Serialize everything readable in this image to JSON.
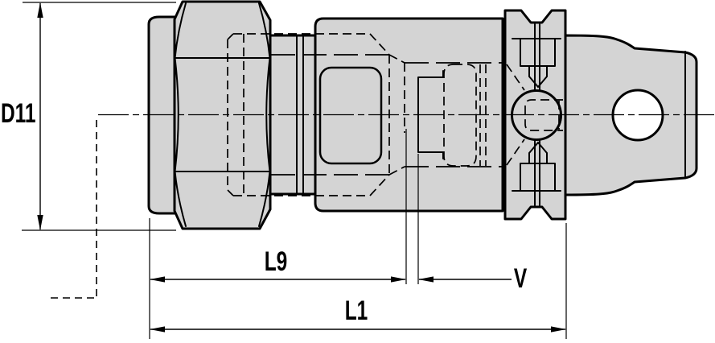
{
  "drawing": {
    "kind": "technical-drawing-side-view",
    "colors": {
      "part_fill": "#d4d4d4",
      "line": "#000000",
      "background": "#ffffff"
    },
    "labels": {
      "d11": "D11",
      "l9": "L9",
      "v": "V",
      "l1": "L1"
    }
  }
}
